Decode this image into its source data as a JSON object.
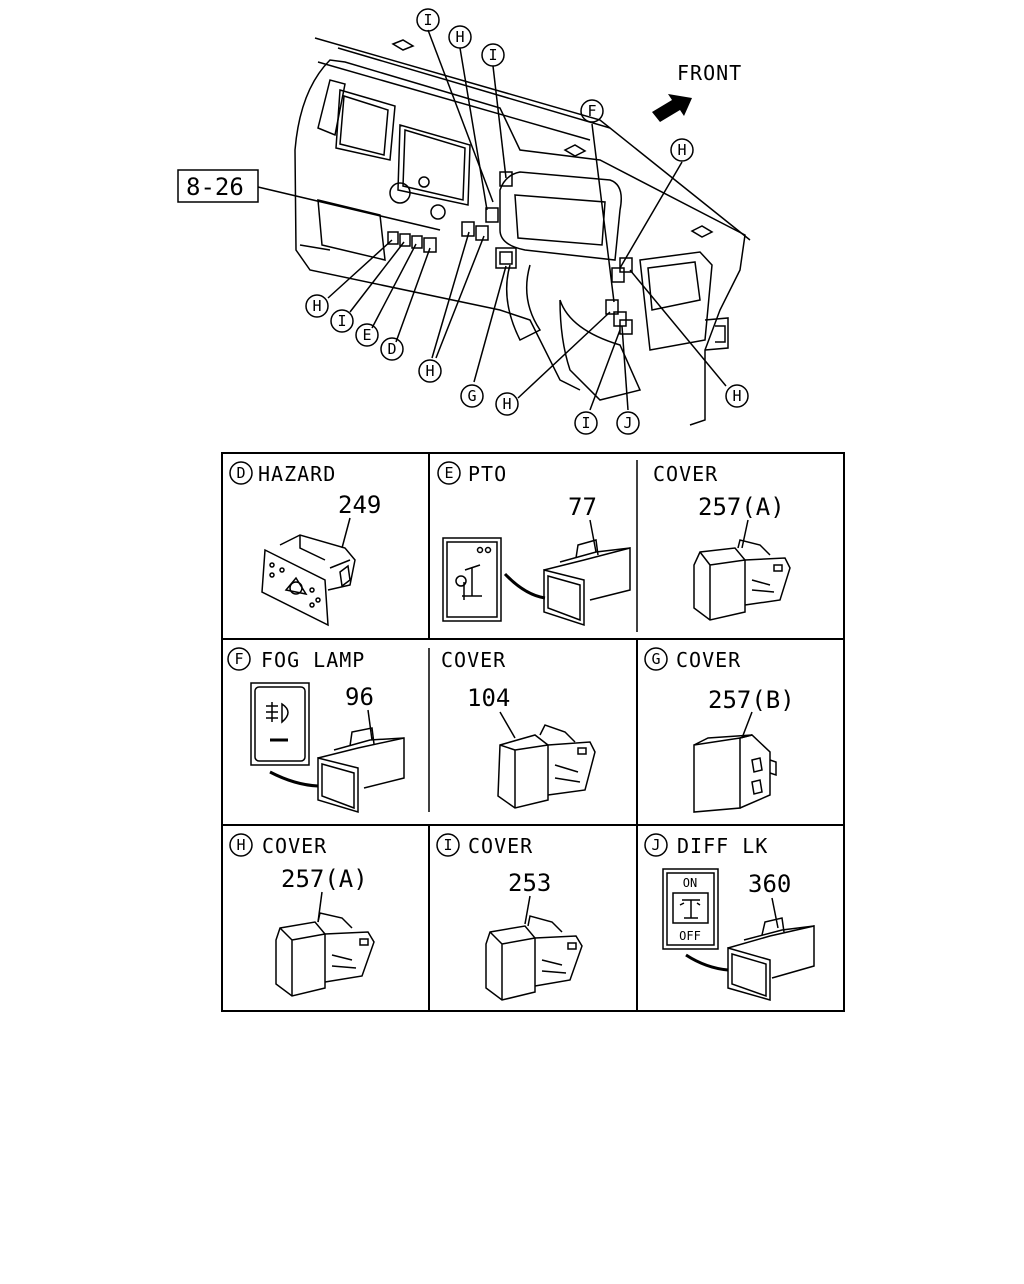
{
  "overview": {
    "front_label": "FRONT",
    "ref_label": "8-26",
    "callouts": [
      "I",
      "H",
      "I",
      "F",
      "H",
      "H",
      "I",
      "E",
      "D",
      "H",
      "G",
      "H",
      "I",
      "J",
      "H"
    ]
  },
  "cells": [
    {
      "letter": "D",
      "title": "HAZARD",
      "part": "249"
    },
    {
      "letter": "E",
      "title": "PTO",
      "part": "77"
    },
    {
      "letter": "",
      "title": "COVER",
      "part": "257(A)"
    },
    {
      "letter": "F",
      "title": "FOG LAMP",
      "part": "96"
    },
    {
      "letter": "",
      "title": "COVER",
      "part": "104"
    },
    {
      "letter": "G",
      "title": "COVER",
      "part": "257(B)"
    },
    {
      "letter": "H",
      "title": "COVER",
      "part": "257(A)"
    },
    {
      "letter": "I",
      "title": "COVER",
      "part": "253"
    },
    {
      "letter": "J",
      "title": "DIFF LK",
      "part": "360"
    }
  ],
  "diff_switch": {
    "on": "ON",
    "off": "OFF"
  }
}
